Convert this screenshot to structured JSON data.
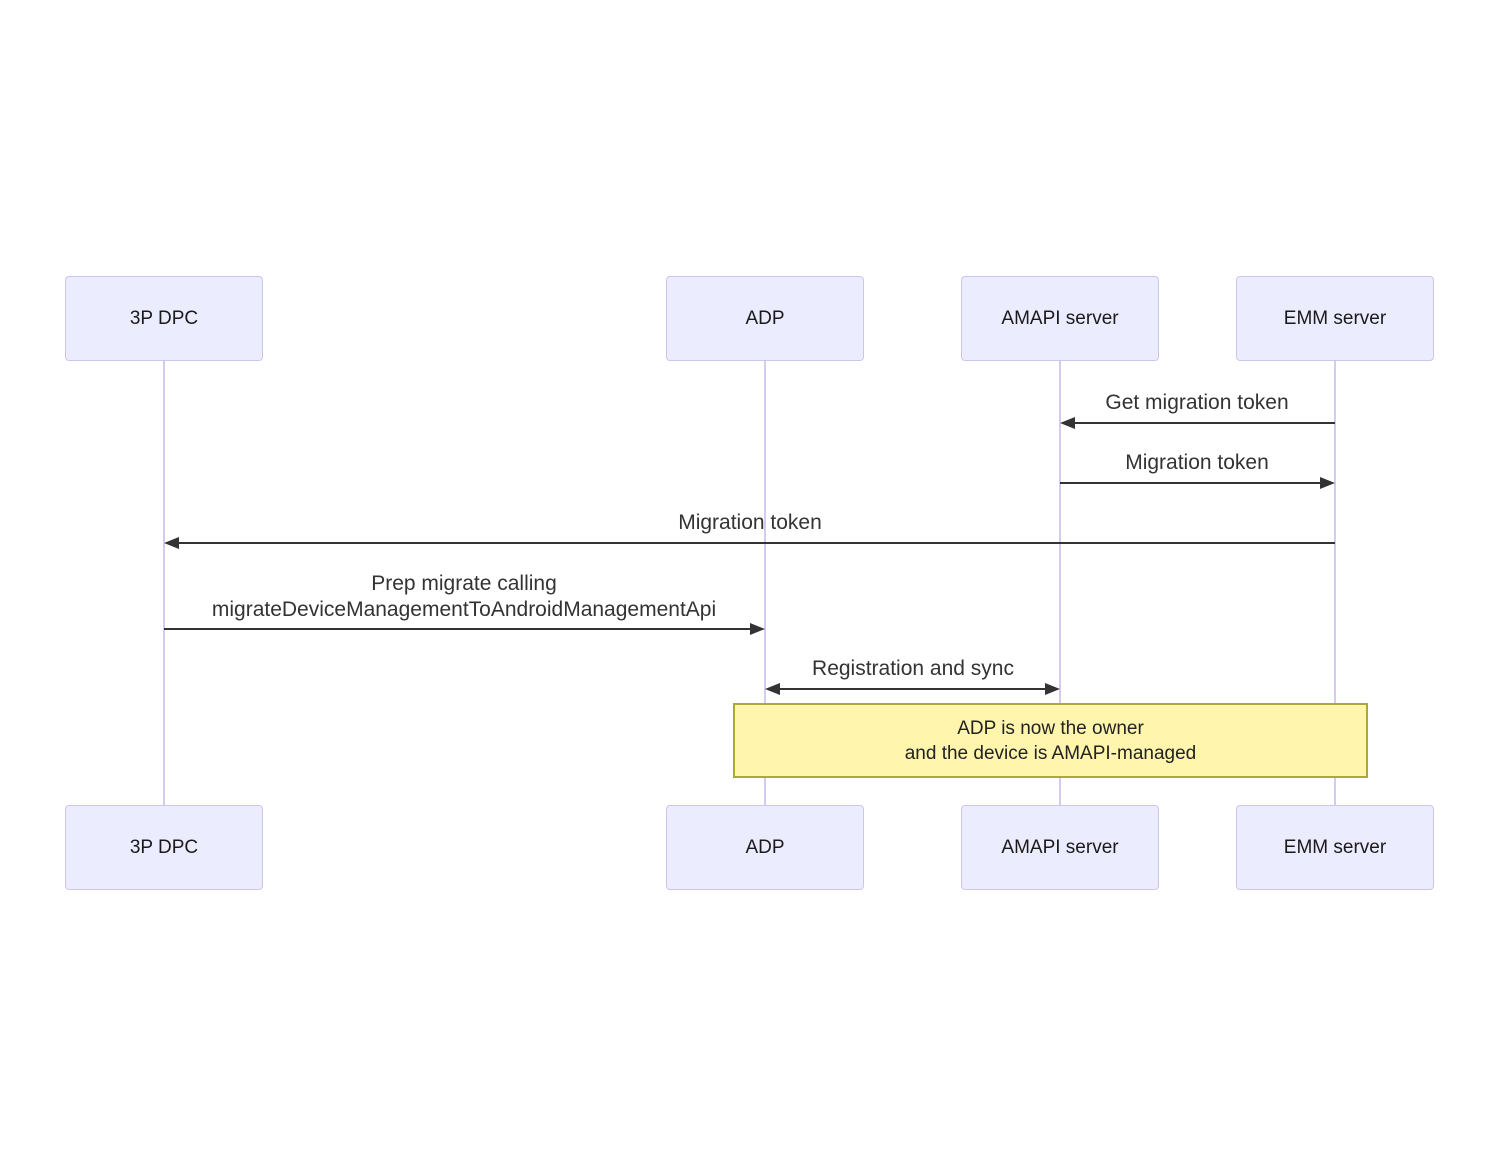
{
  "diagram": {
    "type": "sequence-diagram",
    "actors": [
      {
        "label": "3P DPC"
      },
      {
        "label": "ADP"
      },
      {
        "label": "AMAPI server"
      },
      {
        "label": "EMM server"
      }
    ],
    "messages": [
      {
        "label": "Get migration token",
        "from": "EMM server",
        "to": "AMAPI server",
        "direction": "left"
      },
      {
        "label": "Migration token",
        "from": "AMAPI server",
        "to": "EMM server",
        "direction": "right"
      },
      {
        "label": "Migration token",
        "from": "EMM server",
        "to": "3P DPC",
        "direction": "left"
      },
      {
        "label_line1": "Prep migrate calling",
        "label_line2": "migrateDeviceManagementToAndroidManagementApi",
        "from": "3P DPC",
        "to": "ADP",
        "direction": "right"
      },
      {
        "label": "Registration and sync",
        "from": "ADP",
        "to": "AMAPI server",
        "direction": "both"
      }
    ],
    "note": {
      "line1": "ADP is now the owner",
      "line2": "and the device is AMAPI-managed",
      "spans": "ADP to EMM server"
    },
    "colors": {
      "actor_fill": "#ECECFF",
      "actor_border": "#CCC6EA",
      "lifeline": "#D5CBEF",
      "arrow": "#333333",
      "message_text": "#333333",
      "note_fill": "#FFF5AD",
      "note_border": "#AAAA33",
      "background": "#FFFFFF"
    }
  }
}
